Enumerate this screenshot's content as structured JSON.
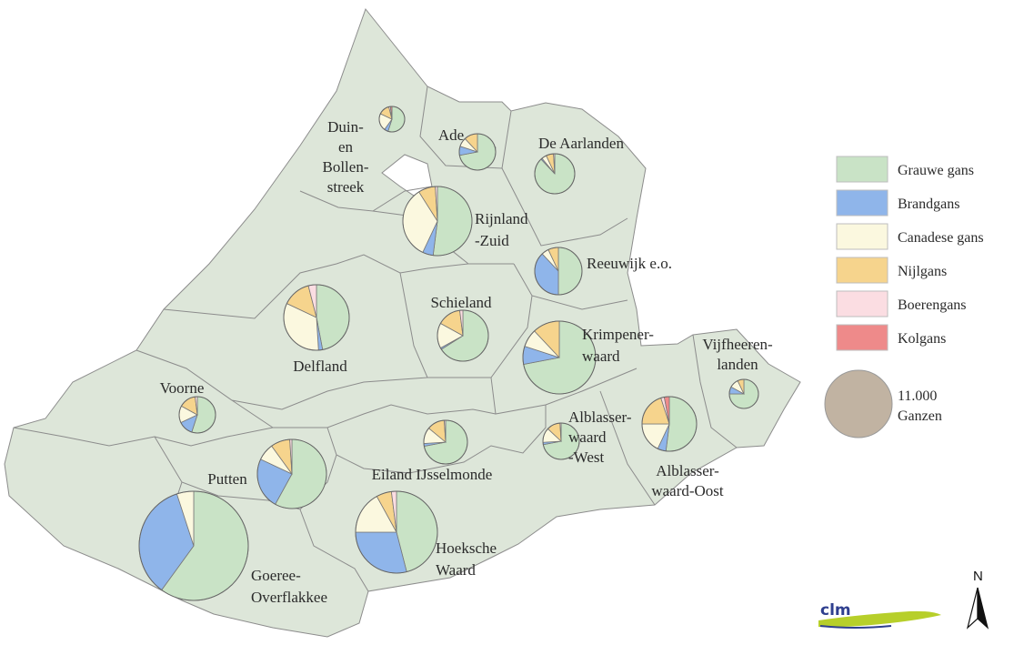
{
  "map": {
    "categories": [
      {
        "name": "Grauwe gans",
        "color": "#c9e3c6"
      },
      {
        "name": "Brandgans",
        "color": "#8fb5ea"
      },
      {
        "name": "Canadese gans",
        "color": "#fbf8df"
      },
      {
        "name": "Nijlgans",
        "color": "#f6d48d"
      },
      {
        "name": "Boerengans",
        "color": "#fbdde2"
      },
      {
        "name": "Kolgans",
        "color": "#ee8a8a"
      }
    ],
    "size_legend": {
      "value": "11.000",
      "unit": "Ganzen",
      "color": "#c1b3a2"
    },
    "north_label": "N",
    "logo_text": "clm",
    "regions": [
      {
        "name": "Duin-en Bollenstreek",
        "label_lines": [
          "Duin-",
          "en",
          "Bollen-",
          "streek"
        ],
        "shares": [
          0.55,
          0.05,
          0.22,
          0.14,
          0.02,
          0.02
        ]
      },
      {
        "name": "Ade",
        "label_lines": [
          "Ade"
        ],
        "shares": [
          0.72,
          0.08,
          0.08,
          0.12,
          0,
          0
        ]
      },
      {
        "name": "De Aarlanden",
        "label_lines": [
          "De Aarlanden"
        ],
        "shares": [
          0.88,
          0.01,
          0.04,
          0.06,
          0.01,
          0
        ]
      },
      {
        "name": "Rijnland-Zuid",
        "label_lines": [
          "Rijnland",
          "-Zuid"
        ],
        "shares": [
          0.52,
          0.05,
          0.34,
          0.08,
          0.01,
          0
        ]
      },
      {
        "name": "Reeuwijk e.o.",
        "label_lines": [
          "Reeuwijk e.o."
        ],
        "shares": [
          0.5,
          0.38,
          0.05,
          0.07,
          0,
          0
        ]
      },
      {
        "name": "Schieland",
        "label_lines": [
          "Schieland"
        ],
        "shares": [
          0.66,
          0.01,
          0.16,
          0.15,
          0.02,
          0
        ]
      },
      {
        "name": "Delfland",
        "label_lines": [
          "Delfland"
        ],
        "shares": [
          0.47,
          0.02,
          0.33,
          0.14,
          0.04,
          0
        ]
      },
      {
        "name": "Krimpenerwaard",
        "label_lines": [
          "Krimpener-",
          "waard"
        ],
        "shares": [
          0.72,
          0.08,
          0.08,
          0.12,
          0,
          0
        ]
      },
      {
        "name": "Vijfheerenlanden",
        "label_lines": [
          "Vijfheeren-",
          "landen"
        ],
        "shares": [
          0.75,
          0.08,
          0.1,
          0.07,
          0,
          0
        ]
      },
      {
        "name": "Voorne",
        "label_lines": [
          "Voorne"
        ],
        "shares": [
          0.55,
          0.13,
          0.15,
          0.15,
          0.02,
          0
        ]
      },
      {
        "name": "Eiland IJsselmonde",
        "label_lines": [
          "Eiland IJsselmonde"
        ],
        "shares": [
          0.72,
          0.02,
          0.12,
          0.13,
          0.01,
          0
        ]
      },
      {
        "name": "Alblasserwaard-West",
        "label_lines": [
          "Alblasser-",
          "waard",
          "-West"
        ],
        "shares": [
          0.72,
          0.02,
          0.13,
          0.12,
          0.01,
          0
        ]
      },
      {
        "name": "Alblasserwaard-Oost",
        "label_lines": [
          "Alblasser-",
          "waard-Oost"
        ],
        "shares": [
          0.52,
          0.05,
          0.18,
          0.2,
          0.02,
          0.03
        ]
      },
      {
        "name": "Putten",
        "label_lines": [
          "Putten"
        ],
        "shares": [
          0.58,
          0.24,
          0.08,
          0.09,
          0.01,
          0
        ]
      },
      {
        "name": "Hoeksche Waard",
        "label_lines": [
          "Hoeksche",
          "Waard"
        ],
        "shares": [
          0.46,
          0.29,
          0.17,
          0.06,
          0.02,
          0
        ]
      },
      {
        "name": "Goeree-Overflakkee",
        "label_lines": [
          "Goeree-",
          "Overflakkee"
        ],
        "shares": [
          0.6,
          0.35,
          0.05,
          0,
          0,
          0
        ]
      }
    ]
  }
}
